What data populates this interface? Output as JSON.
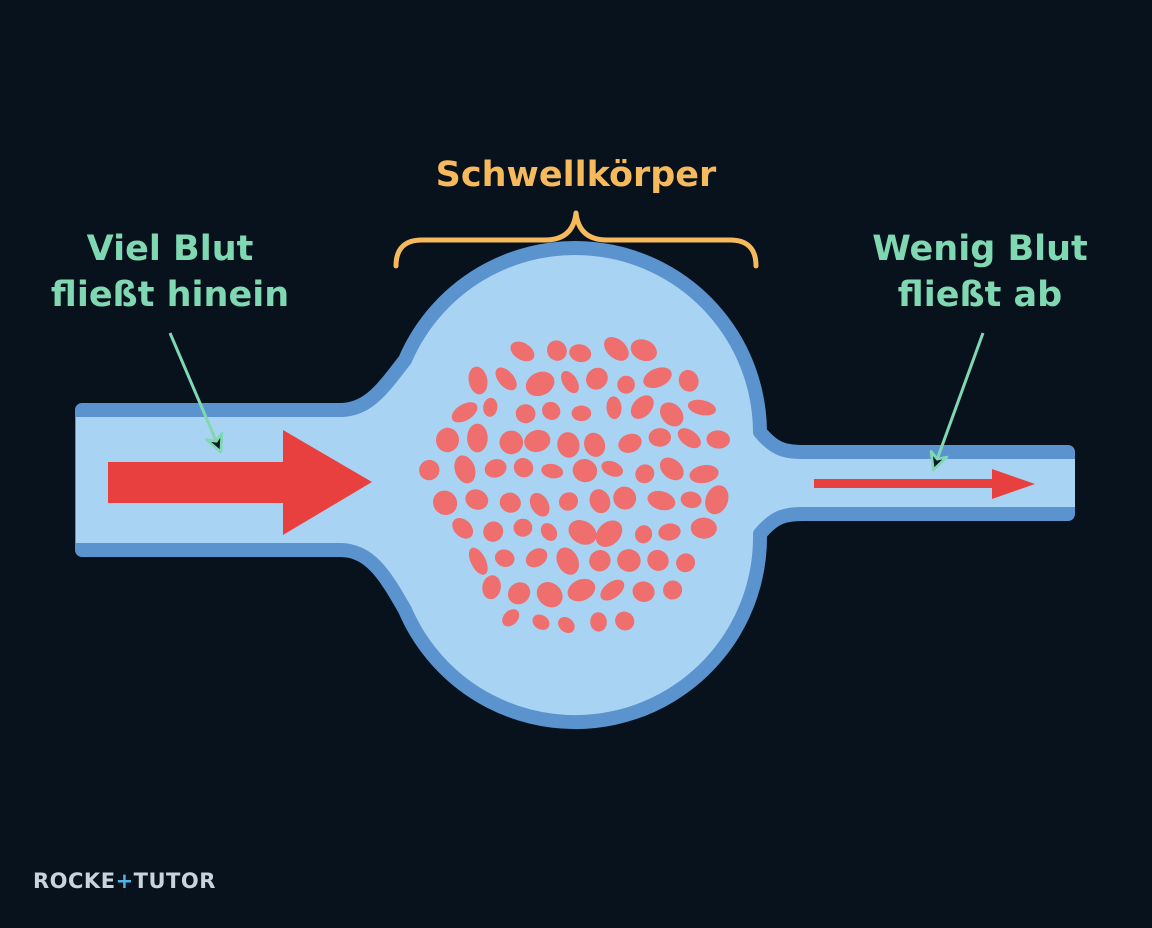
{
  "labels": {
    "structure": "Schwellkörper",
    "inflow_line1": "Viel Blut",
    "inflow_line2": "fließt hinein",
    "outflow_line1": "Wenig Blut",
    "outflow_line2": "fließt ab"
  },
  "brand": {
    "part1": "ROCKE",
    "plus": "+",
    "part2": "TUTOR"
  },
  "colors": {
    "background": "#07121d",
    "vessel_fill": "#a9d3f2",
    "vessel_outline": "#5a93cd",
    "blood": "#e8403f",
    "sinus": "#ef6e6e",
    "structure_label": "#f6b95c",
    "flow_label": "#7fd8b2"
  }
}
